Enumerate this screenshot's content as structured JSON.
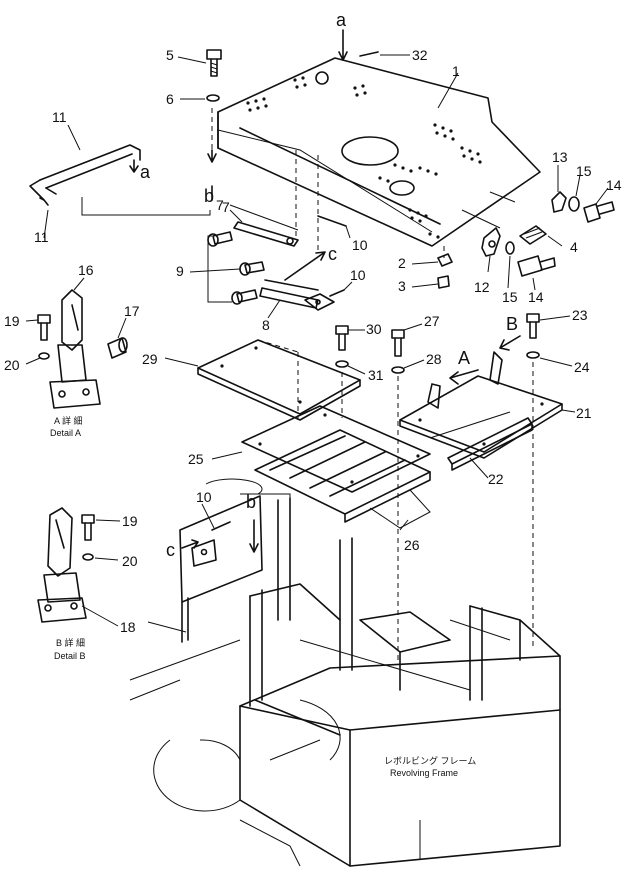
{
  "parts": [
    {
      "id": "p1",
      "num": "1"
    },
    {
      "id": "p2",
      "num": "2"
    },
    {
      "id": "p3",
      "num": "3"
    },
    {
      "id": "p4",
      "num": "4"
    },
    {
      "id": "p5",
      "num": "5"
    },
    {
      "id": "p6",
      "num": "6"
    },
    {
      "id": "p7",
      "num": "7"
    },
    {
      "id": "p8",
      "num": "8"
    },
    {
      "id": "p9",
      "num": "9"
    },
    {
      "id": "p10a",
      "num": "10"
    },
    {
      "id": "p10b",
      "num": "10"
    },
    {
      "id": "p10c",
      "num": "10"
    },
    {
      "id": "p11a",
      "num": "11"
    },
    {
      "id": "p11b",
      "num": "11"
    },
    {
      "id": "p12",
      "num": "12"
    },
    {
      "id": "p13",
      "num": "13"
    },
    {
      "id": "p14a",
      "num": "14"
    },
    {
      "id": "p14b",
      "num": "14"
    },
    {
      "id": "p15a",
      "num": "15"
    },
    {
      "id": "p15b",
      "num": "15"
    },
    {
      "id": "p16",
      "num": "16"
    },
    {
      "id": "p17",
      "num": "17"
    },
    {
      "id": "p18",
      "num": "18"
    },
    {
      "id": "p19a",
      "num": "19"
    },
    {
      "id": "p19b",
      "num": "19"
    },
    {
      "id": "p20a",
      "num": "20"
    },
    {
      "id": "p20b",
      "num": "20"
    },
    {
      "id": "p21",
      "num": "21"
    },
    {
      "id": "p22",
      "num": "22"
    },
    {
      "id": "p23",
      "num": "23"
    },
    {
      "id": "p24",
      "num": "24"
    },
    {
      "id": "p25",
      "num": "25"
    },
    {
      "id": "p26",
      "num": "26"
    },
    {
      "id": "p27",
      "num": "27"
    },
    {
      "id": "p28",
      "num": "28"
    },
    {
      "id": "p29",
      "num": "29"
    },
    {
      "id": "p30",
      "num": "30"
    },
    {
      "id": "p31",
      "num": "31"
    },
    {
      "id": "p32",
      "num": "32"
    }
  ],
  "markers": {
    "a_top": "a",
    "a_left": "a",
    "b_upper": "b",
    "b7_sub": "7",
    "b_lower": "b",
    "c_upper": "c",
    "c_lower": "c",
    "A_arrow": "A",
    "B_arrow": "B"
  },
  "captions": {
    "detail_a_jp": "A 詳 細",
    "detail_a_en": "Detail A",
    "detail_b_jp": "B 詳 細",
    "detail_b_en": "Detail B",
    "frame_jp": "レボルビング フレーム",
    "frame_en": "Revolving Frame"
  }
}
